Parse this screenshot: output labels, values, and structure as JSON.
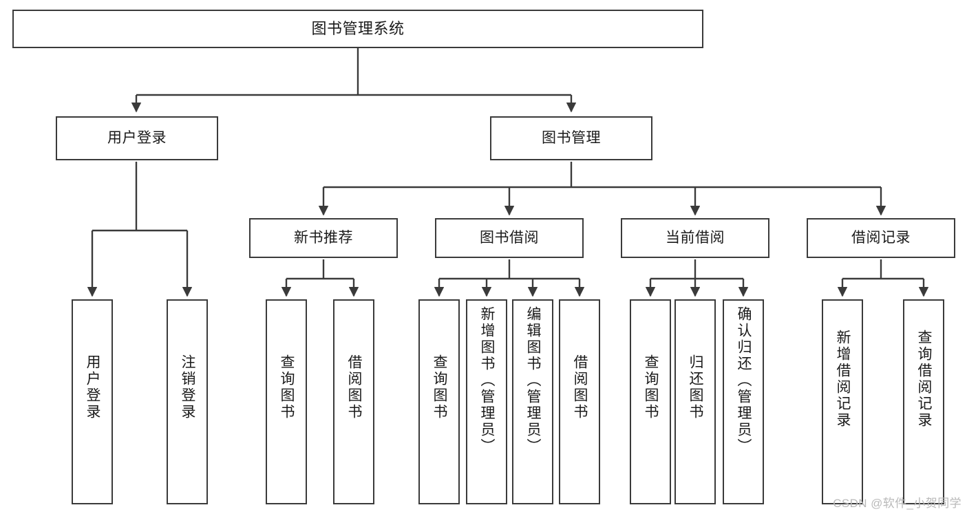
{
  "diagram": {
    "title": "图书管理系统",
    "type": "tree-hierarchy-chart",
    "watermark": "CSDN @软件_小贺同学",
    "colors": {
      "stroke": "#3a3a3a",
      "fill": "#ffffff",
      "text": "#1a1a1a",
      "watermark": "#b9b9b9"
    },
    "nodes": {
      "root": {
        "label": "图书管理系统"
      },
      "level2": [
        {
          "label": "用户登录"
        },
        {
          "label": "图书管理"
        }
      ],
      "level3": [
        {
          "label": "新书推荐"
        },
        {
          "label": "图书借阅"
        },
        {
          "label": "当前借阅"
        },
        {
          "label": "借阅记录"
        }
      ],
      "leaves": {
        "user_login": [
          {
            "label": "用户登录"
          },
          {
            "label": "注销登录"
          }
        ],
        "new_book": [
          {
            "label": "查询图书"
          },
          {
            "label": "借阅图书"
          }
        ],
        "borrow_book": [
          {
            "label": "查询图书"
          },
          {
            "label": "新增图书（管理员）"
          },
          {
            "label": "编辑图书（管理员）"
          },
          {
            "label": "借阅图书"
          }
        ],
        "current_borrow": [
          {
            "label": "查询图书"
          },
          {
            "label": "归还图书"
          },
          {
            "label": "确认归还（管理员）"
          }
        ],
        "borrow_record": [
          {
            "label": "新增借阅记录"
          },
          {
            "label": "查询借阅记录"
          }
        ]
      }
    }
  }
}
